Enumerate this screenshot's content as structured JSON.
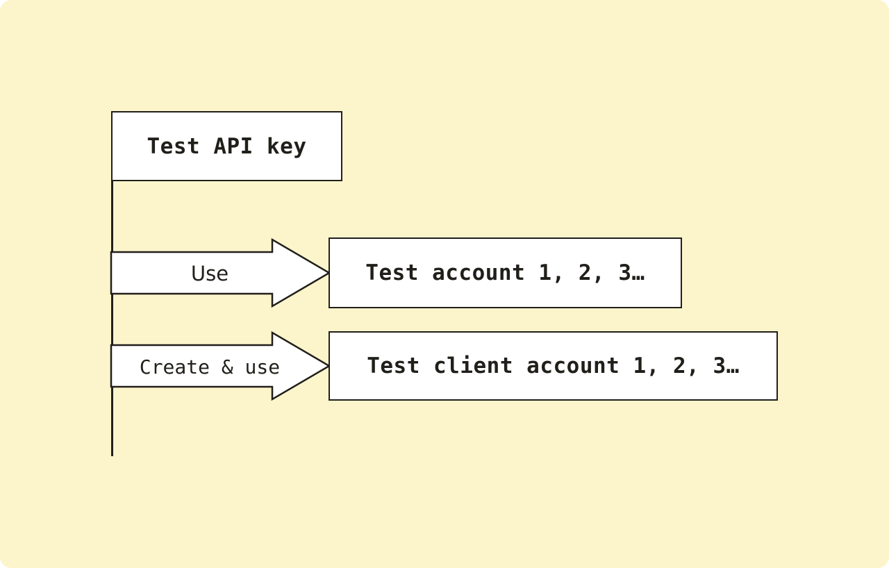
{
  "page": {
    "type": "flow-diagram"
  },
  "colors": {
    "page_background": "#FFFFFF",
    "surface": "#FCF5CC",
    "node_fill": "#FFFFFF",
    "ink": "#211F1A"
  },
  "diagram": {
    "root": {
      "label": "Test API key"
    },
    "branches": [
      {
        "arrow_label": "Use",
        "target": {
          "label": "Test account 1, 2, 3…"
        }
      },
      {
        "arrow_label": "Create & use",
        "target": {
          "label": "Test client account 1, 2, 3…"
        }
      }
    ]
  }
}
